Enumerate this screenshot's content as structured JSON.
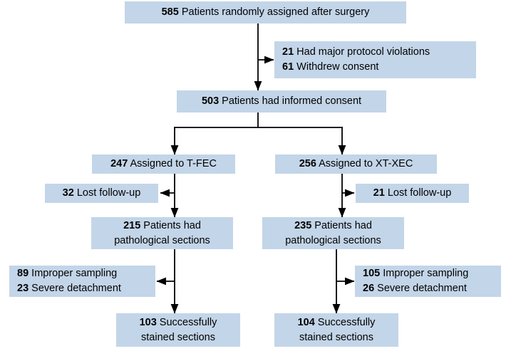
{
  "diagram": {
    "type": "consort-flow-chart",
    "box_fill_color": "#c3d5e8",
    "line_color": "#000000",
    "nodes": {
      "randomized": {
        "num": "585",
        "text": " Patients randomly assigned after surgery"
      },
      "exclusions_top": {
        "line1_num": "21",
        "line1_text": " Had major protocol violations",
        "line2_num": "61",
        "line2_text": " Withdrew consent"
      },
      "informed_consent": {
        "num": "503",
        "text": " Patients had informed consent"
      },
      "arm_left": {
        "num": "247",
        "text": " Assigned to T-FEC"
      },
      "arm_right": {
        "num": "256",
        "text": " Assigned to XT-XEC"
      },
      "lost_left": {
        "num": "32",
        "text": " Lost follow-up"
      },
      "lost_right": {
        "num": "21",
        "text": " Lost follow-up"
      },
      "pathological_left": {
        "num": "215",
        "text": " Patients had",
        "line2": "pathological sections"
      },
      "pathological_right": {
        "num": "235",
        "text": " Patients had",
        "line2": "pathological sections"
      },
      "excluded_left": {
        "line1_num": "89",
        "line1_text": " Improper sampling",
        "line2_num": "23",
        "line2_text": " Severe detachment"
      },
      "excluded_right": {
        "line1_num": "105",
        "line1_text": " Improper sampling",
        "line2_num": "26",
        "line2_text": " Severe detachment"
      },
      "stained_left": {
        "num": "103",
        "text": " Successfully",
        "line2": "stained sections"
      },
      "stained_right": {
        "num": "104",
        "text": " Successfully",
        "line2": "stained sections"
      }
    }
  }
}
